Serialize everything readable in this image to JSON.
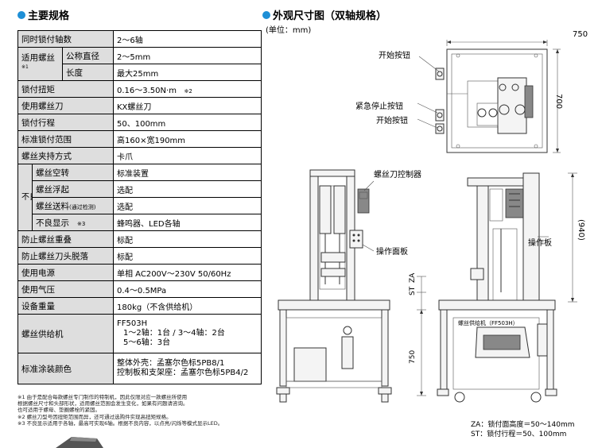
{
  "spec": {
    "title": "主要规格",
    "rows": {
      "axes_label": "同时锁付轴数",
      "axes_value": "2～6轴",
      "screw_label": "适用螺丝",
      "screw_mark": "※1",
      "dia_label": "公称直径",
      "dia_value": "2～5mm",
      "len_label": "长度",
      "len_value": "最大25mm",
      "torque_label": "锁付扭矩",
      "torque_value": "0.16～3.50N·m",
      "torque_mark": "※2",
      "bit_label": "使用螺丝刀",
      "bit_value": "KX螺丝刀",
      "stroke_label": "锁付行程",
      "stroke_value": "50、100mm",
      "range_label": "标准锁付范围",
      "range_value": "高160×宽190mm",
      "clamp_label": "螺丝夹持方式",
      "clamp_value": "卡爪",
      "detect_label": "不良检测功能",
      "spin_label": "螺丝空转",
      "spin_value": "标准装置",
      "float_label": "螺丝浮起",
      "float_value": "选配",
      "feed_label": "螺丝送料",
      "feed_note": "(通过检测)",
      "feed_value": "选配",
      "disp_label": "不良显示",
      "disp_mark": "※3",
      "disp_value": "蜂鸣器、LED各轴",
      "overlap_label": "防止螺丝重叠",
      "overlap_value": "标配",
      "drop_label": "防止螺丝刀头脱落",
      "drop_value": "标配",
      "power_label": "使用电源",
      "power_value": "单相 AC200V～230V 50/60Hz",
      "air_label": "使用气压",
      "air_value": "0.4～0.5MPa",
      "weight_label": "设备重量",
      "weight_value": "180kg（不含供给机）",
      "feeder_label": "螺丝供给机",
      "feeder_value1": "FF503H",
      "feeder_value2": "1～2轴：1台 / 3～4轴：2台",
      "feeder_value3": "5～6轴：3台",
      "paint_label": "标准涂装颜色",
      "paint_value1": "整体外壳：孟塞尔色标5PB8/1",
      "paint_value2": "控制板和支架座：孟塞尔色标5PB4/2"
    },
    "footnotes": [
      "※1  由于是配合每款螺丝专门制作的特制机，因此仅限对应一款螺丝所使用",
      "     根据螺丝尺寸和头部形状，适用螺丝范围会发生变化，如果有问题请咨询。",
      "     也可适用于螺母、垫圈螺栓的紧固。",
      "※2  螺丝刀型号因扭矩范围而异，还可通过选购件实现高扭矩规格。",
      "※3  不良显示适用于各轴，最高可实现6轴。根据不良内容，以点亮/闪烁等模式显示LED。"
    ]
  },
  "drawing": {
    "title": "外观尺寸图（双轴规格）",
    "unit": "(单位：mm)",
    "dim_750_top": "750",
    "dim_700": "700",
    "dim_940": "(940)",
    "dim_za": "ZA",
    "dim_st": "ST",
    "dim_750_side": "750",
    "start_button_1": "开始按钮",
    "estop_button": "紧急停止按钮",
    "start_button_2": "开始按钮",
    "controller": "螺丝刀控制器",
    "panel_front": "操作面板",
    "panel_side": "操作板",
    "feeder": "螺丝供给机（FF503H）",
    "note_za": "ZA：锁付面高度＝50～140mm",
    "note_st": "ST：锁付行程＝50、100mm"
  }
}
